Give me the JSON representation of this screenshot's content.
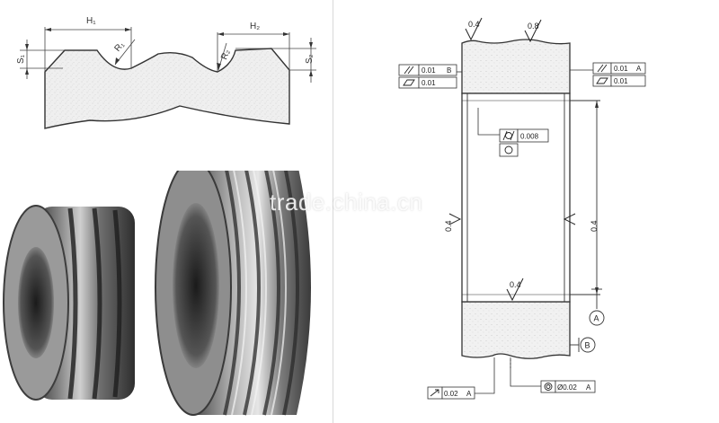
{
  "profile": {
    "H1": "H₁",
    "H2": "H₂",
    "R1": "R₁",
    "R2": "R₂",
    "S1": "S₁",
    "S2": "S₂"
  },
  "section": {
    "finish_top_left": "0.4",
    "finish_top_right": "0.8",
    "finish_inner_left": "0.4",
    "finish_inner_right": "0.4",
    "finish_bottom": "0.4",
    "parallel_value": "0.01",
    "parallel_ref": "B",
    "flatness_value": "0.01",
    "right_parallel_value": "0.01",
    "right_parallel_ref": "A",
    "right_flatness_value": "0.01",
    "cylindricity_value": "0.008",
    "runout_value": "0.02",
    "runout_ref": "A",
    "concentric_value": "Ø0.02",
    "concentric_ref": "A",
    "datum_a": "A",
    "datum_b": "B"
  },
  "watermark": "trade.china.cn"
}
